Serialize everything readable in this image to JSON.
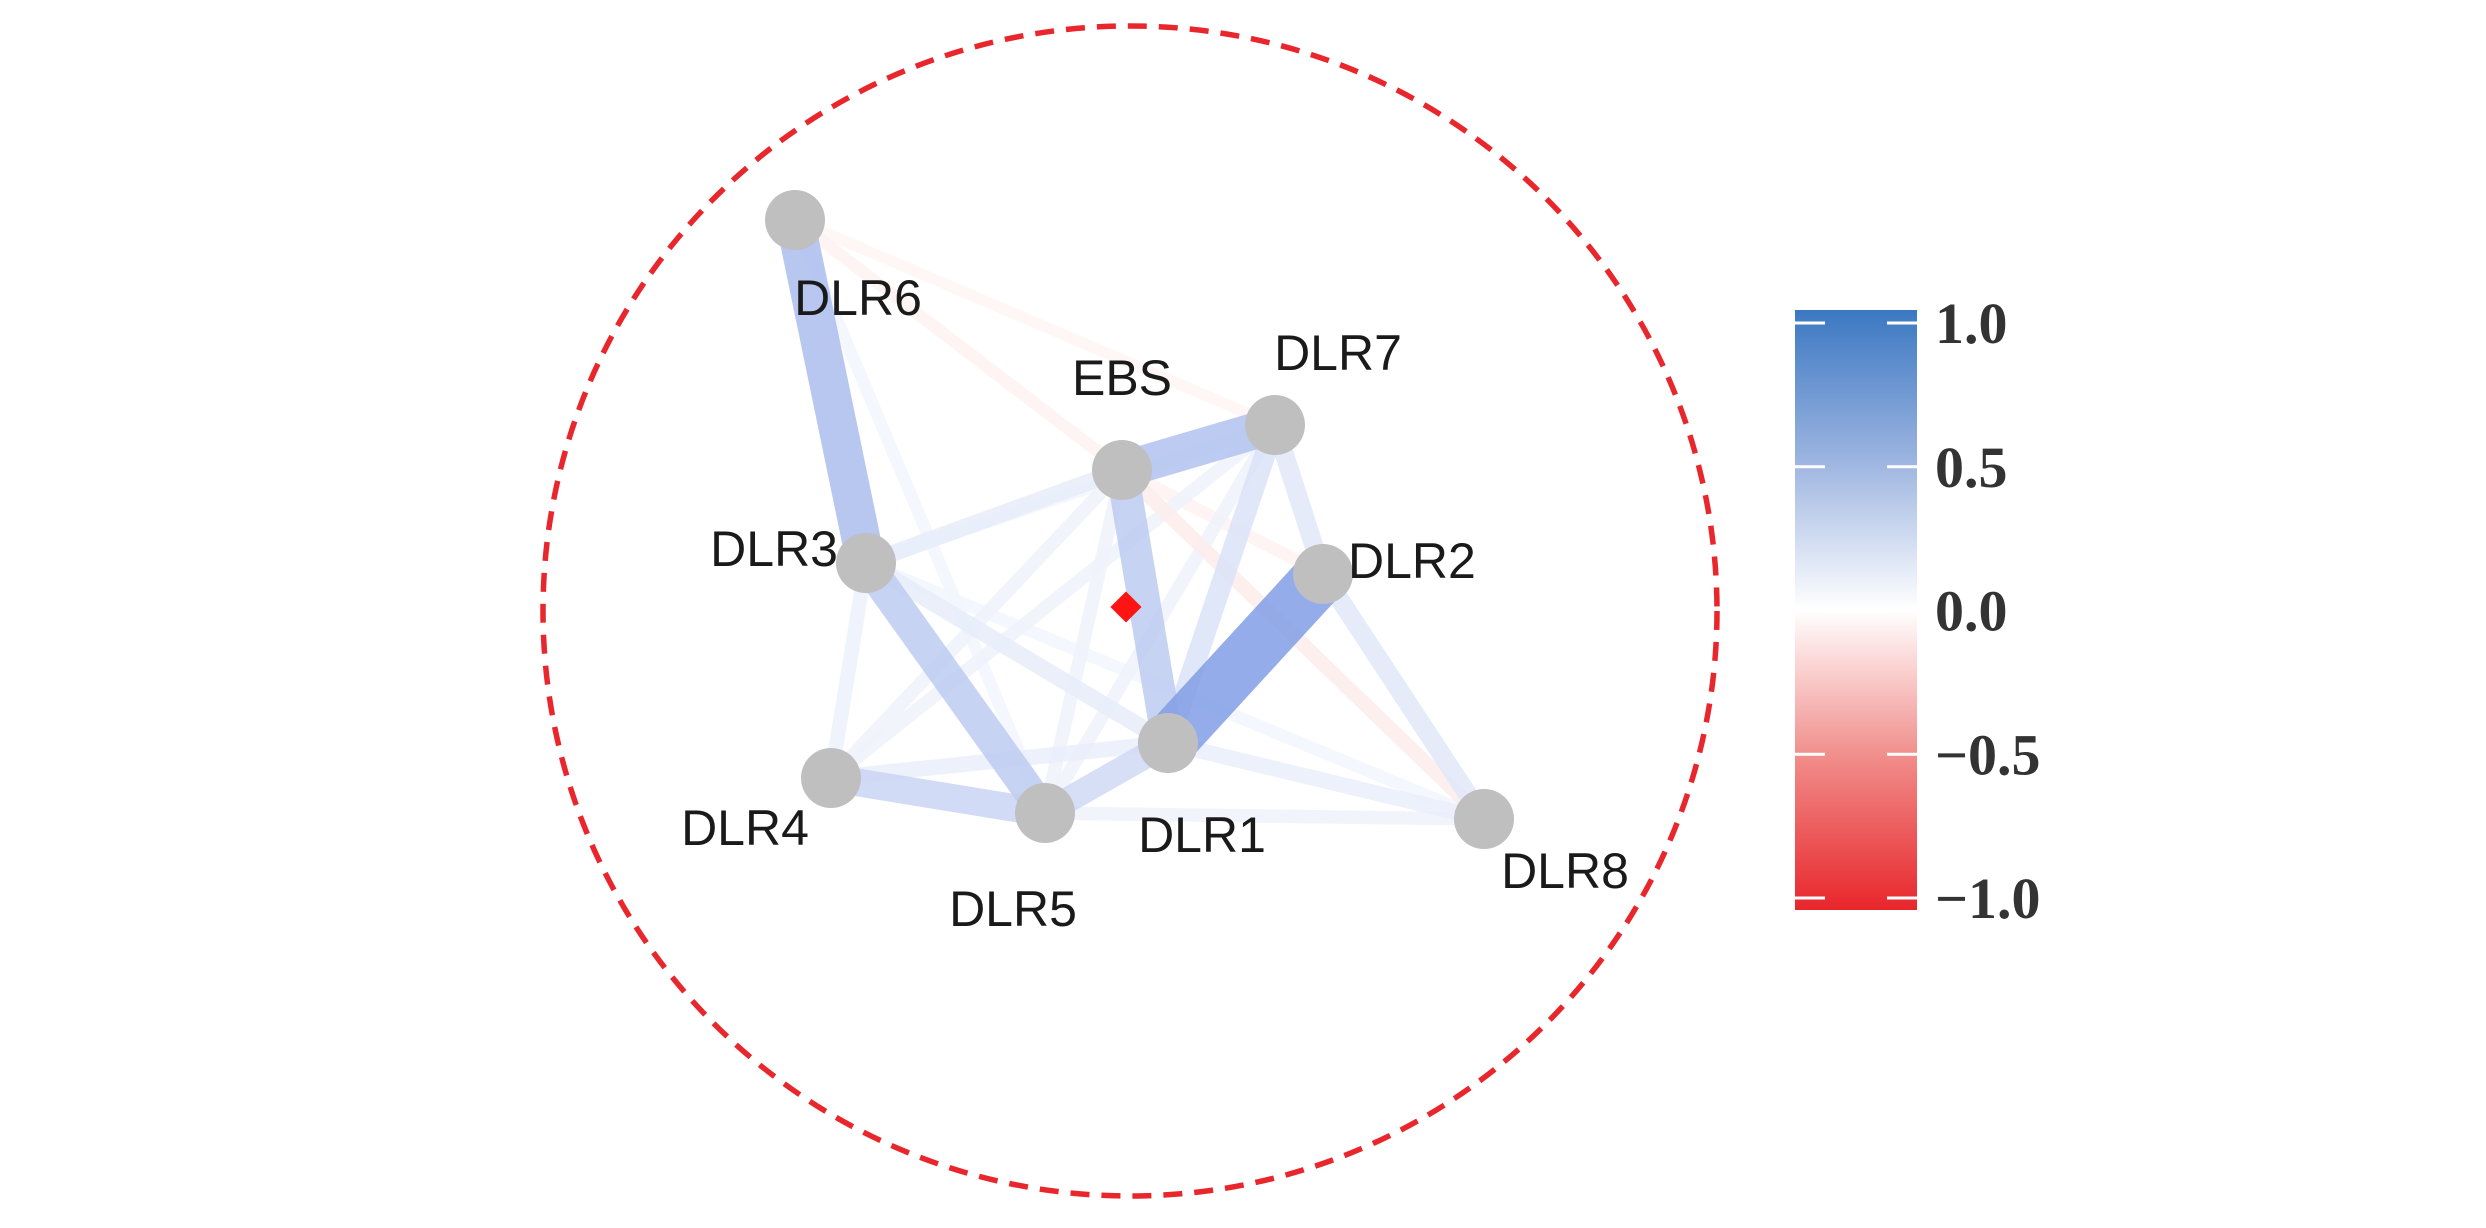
{
  "network": {
    "nodes": [
      {
        "id": "DLR6",
        "label": "DLR6"
      },
      {
        "id": "EBS",
        "label": "EBS"
      },
      {
        "id": "DLR7",
        "label": "DLR7"
      },
      {
        "id": "DLR3",
        "label": "DLR3"
      },
      {
        "id": "DLR2",
        "label": "DLR2"
      },
      {
        "id": "DLR1",
        "label": "DLR1"
      },
      {
        "id": "DLR4",
        "label": "DLR4"
      },
      {
        "id": "DLR5",
        "label": "DLR5"
      },
      {
        "id": "DLR8",
        "label": "DLR8"
      }
    ],
    "edges": [
      {
        "source": "DLR1",
        "target": "DLR2",
        "value": 0.42
      },
      {
        "source": "DLR6",
        "target": "DLR3",
        "value": 0.28
      },
      {
        "source": "DLR3",
        "target": "DLR5",
        "value": 0.22
      },
      {
        "source": "EBS",
        "target": "DLR7",
        "value": 0.26
      },
      {
        "source": "EBS",
        "target": "DLR1",
        "value": 0.22
      },
      {
        "source": "DLR4",
        "target": "DLR5",
        "value": 0.18
      },
      {
        "source": "DLR5",
        "target": "DLR1",
        "value": 0.16
      },
      {
        "source": "DLR7",
        "target": "DLR1",
        "value": 0.12
      },
      {
        "source": "DLR7",
        "target": "DLR2",
        "value": 0.1
      },
      {
        "source": "DLR2",
        "target": "DLR8",
        "value": 0.1
      },
      {
        "source": "DLR1",
        "target": "DLR8",
        "value": 0.07
      },
      {
        "source": "DLR3",
        "target": "EBS",
        "value": 0.08
      },
      {
        "source": "DLR3",
        "target": "DLR4",
        "value": 0.06
      },
      {
        "source": "DLR3",
        "target": "DLR1",
        "value": 0.08
      },
      {
        "source": "DLR4",
        "target": "DLR1",
        "value": 0.07
      },
      {
        "source": "DLR4",
        "target": "EBS",
        "value": 0.05
      },
      {
        "source": "DLR4",
        "target": "DLR7",
        "value": 0.05
      },
      {
        "source": "DLR5",
        "target": "DLR7",
        "value": 0.05
      },
      {
        "source": "DLR5",
        "target": "EBS",
        "value": 0.05
      },
      {
        "source": "DLR5",
        "target": "DLR8",
        "value": 0.05
      },
      {
        "source": "DLR3",
        "target": "DLR8",
        "value": 0.04
      },
      {
        "source": "DLR6",
        "target": "EBS",
        "value": -0.04
      },
      {
        "source": "DLR6",
        "target": "DLR7",
        "value": -0.03
      },
      {
        "source": "EBS",
        "target": "DLR8",
        "value": -0.06
      },
      {
        "source": "DLR3",
        "target": "DLR7",
        "value": 0.04
      },
      {
        "source": "DLR6",
        "target": "DLR5",
        "value": 0.04
      },
      {
        "source": "EBS",
        "target": "DLR2",
        "value": -0.04
      }
    ],
    "colors": {
      "node": "#bfbfbf",
      "positive": "#3b78c2",
      "negative": "#e8262c",
      "boundary": "#e8262c",
      "center_marker": "#ff1414"
    }
  },
  "colorbar": {
    "ticks": [
      "1.0",
      "0.5",
      "0.0",
      "−0.5",
      "−1.0"
    ],
    "tick_values": [
      1.0,
      0.5,
      0.0,
      -0.5,
      -1.0
    ],
    "min": -1.0,
    "max": 1.0
  }
}
